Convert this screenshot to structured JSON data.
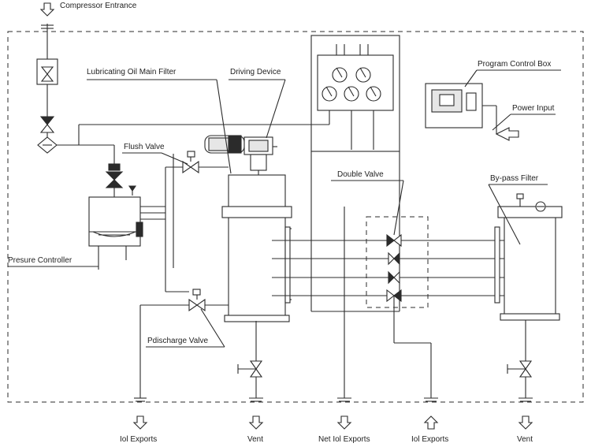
{
  "labels": {
    "compressor_entrance": "Compressor Entrance",
    "lubricating_oil_main_filter": "Lubricating Oil Main Filter",
    "driving_device": "Driving Device",
    "program_control_box": "Program Control Box",
    "power_input": "Power Input",
    "flush_valve": "Flush Valve",
    "double_valve": "Double Valve",
    "by_pass_filter": "By-pass Filter",
    "presure_controller": "Presure Controller",
    "pdischarge_valve": "Pdischarge Valve"
  },
  "outlets": {
    "iol_exports_left": "Iol Exports",
    "vent_left": "Vent",
    "net_iol_exports": "Net Iol Exports",
    "iol_exports_right": "Iol Exports",
    "vent_right": "Vent"
  }
}
